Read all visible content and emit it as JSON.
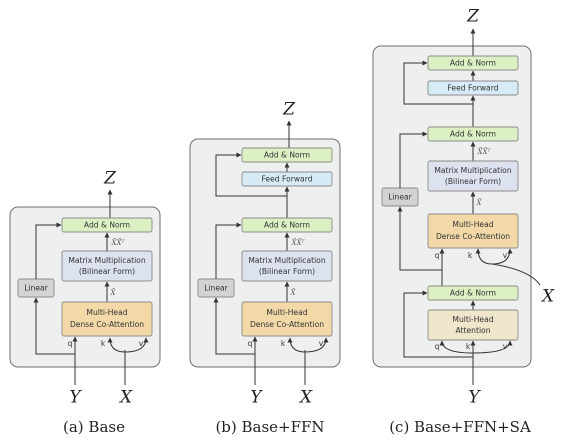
{
  "panels": [
    {
      "caption": "(a) Base",
      "output": "Z",
      "input_left": "Y",
      "input_right": "X",
      "blocks": {
        "add_norm": "Add & Norm",
        "matmul_line1": "Matrix Multiplication",
        "matmul_line2": "(Bilinear Form)",
        "attn_line1": "Multi-Head",
        "attn_line2": "Dense Co-Attention",
        "linear": "Linear"
      },
      "annotations": {
        "upper": "X̃X̃ᵀ",
        "lower": "X̃"
      },
      "ports": {
        "q": "q",
        "k": "k",
        "v": "v"
      }
    },
    {
      "caption": "(b) Base+FFN",
      "output": "Z",
      "input_left": "Y",
      "input_right": "X",
      "blocks": {
        "add_norm_top": "Add & Norm",
        "feed_forward": "Feed Forward",
        "add_norm": "Add & Norm",
        "matmul_line1": "Matrix Multiplication",
        "matmul_line2": "(Bilinear Form)",
        "attn_line1": "Multi-Head",
        "attn_line2": "Dense Co-Attention",
        "linear": "Linear"
      },
      "annotations": {
        "upper": "X̃X̃ᵀ",
        "lower": "X̃"
      },
      "ports": {
        "q": "q",
        "k": "k",
        "v": "v"
      }
    },
    {
      "caption": "(c) Base+FFN+SA",
      "output": "Z",
      "input_bottom": "Y",
      "input_side": "X",
      "blocks": {
        "add_norm_top": "Add & Norm",
        "feed_forward": "Feed Forward",
        "add_norm_mid": "Add & Norm",
        "matmul_line1": "Matrix Multiplication",
        "matmul_line2": "(Bilinear Form)",
        "co_attn_line1": "Multi-Head",
        "co_attn_line2": "Dense Co-Attention",
        "add_norm_low": "Add & Norm",
        "self_attn_line1": "Multi-Head",
        "self_attn_line2": "Attention",
        "linear": "Linear"
      },
      "annotations": {
        "upper": "X̃X̃ᵀ",
        "lower": "X̃"
      },
      "ports": {
        "q": "q",
        "k": "k",
        "v": "v",
        "q2": "q",
        "k2": "k",
        "v2": "v"
      }
    }
  ],
  "colors": {
    "panel_bg": "#eef0ef",
    "add_norm": "#dcf0c4",
    "feed_forward": "#d6ebf5",
    "matmul": "#dde2ef",
    "co_attention": "#f2d9a7",
    "self_attention": "#efe6cc",
    "linear": "#d3d3d3"
  }
}
